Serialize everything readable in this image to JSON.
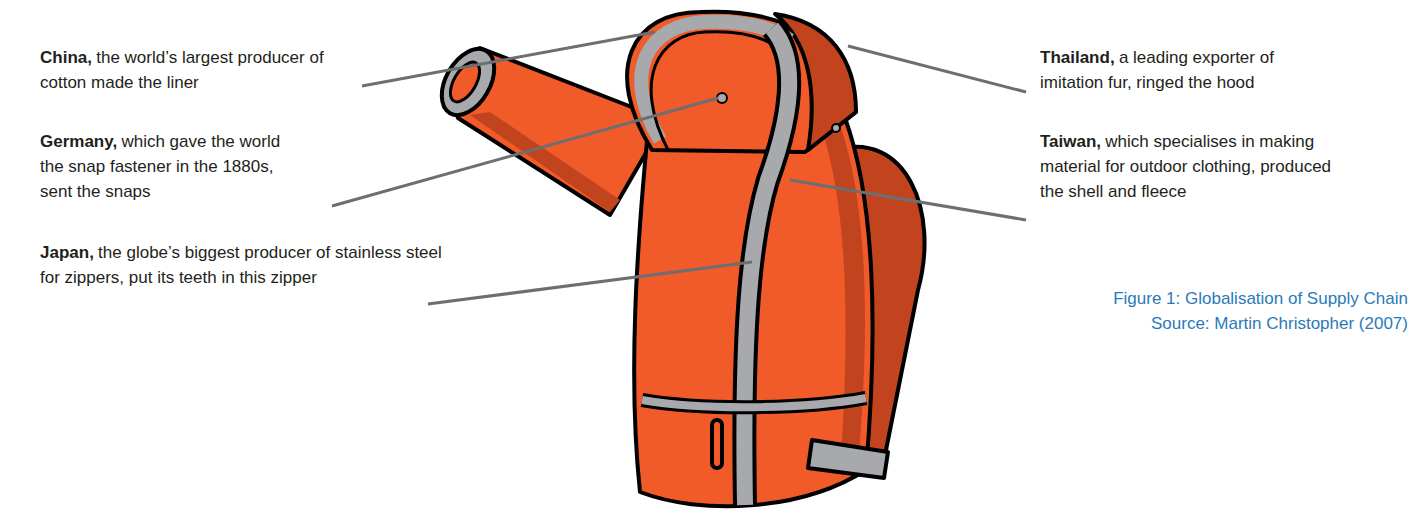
{
  "diagram": {
    "caption": "Figure 1: Globalisation of Supply Chain",
    "labels": [
      "China,",
      "the world’s largest producer of cotton made the liner",
      "Germany,",
      "which gave the world the snap fastener in the 1880s, sent the snaps",
      "Japan,",
      "the globe’s biggest producer of stainless steel for zippers, put its teeth in this zipper",
      "Thailand,",
      "a leading exporter of imitation fur, ringed the hood",
      "Taiwan,",
      "which specialises in making material for outdoor clothing, produced the shell and fleece",
      "Source: Martin Christopher (2007)"
    ]
  }
}
